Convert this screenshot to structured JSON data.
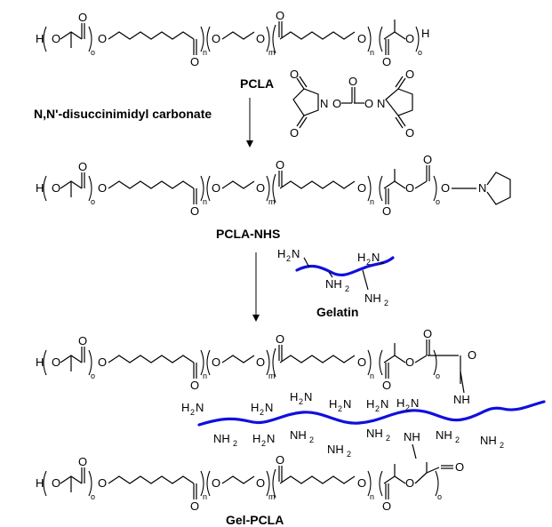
{
  "captions": {
    "pcla": "PCLA",
    "reagent": "N,N'-disuccinimidyl carbonate",
    "pcla_nhs": "PCLA-NHS",
    "gelatin": "Gelatin",
    "gel_pcla": "Gel-PCLA"
  },
  "atoms": {
    "oxygen": "O",
    "hydrogen": "H",
    "nitrogen": "N",
    "amine": "NH",
    "amine2": "NH",
    "amine_h2n": "H",
    "amine_n": "N"
  },
  "repeat_units": {
    "o": "o",
    "n": "n",
    "m": "m"
  },
  "colors": {
    "gelatin_chain": "#1010dd",
    "bonds": "#000000"
  }
}
